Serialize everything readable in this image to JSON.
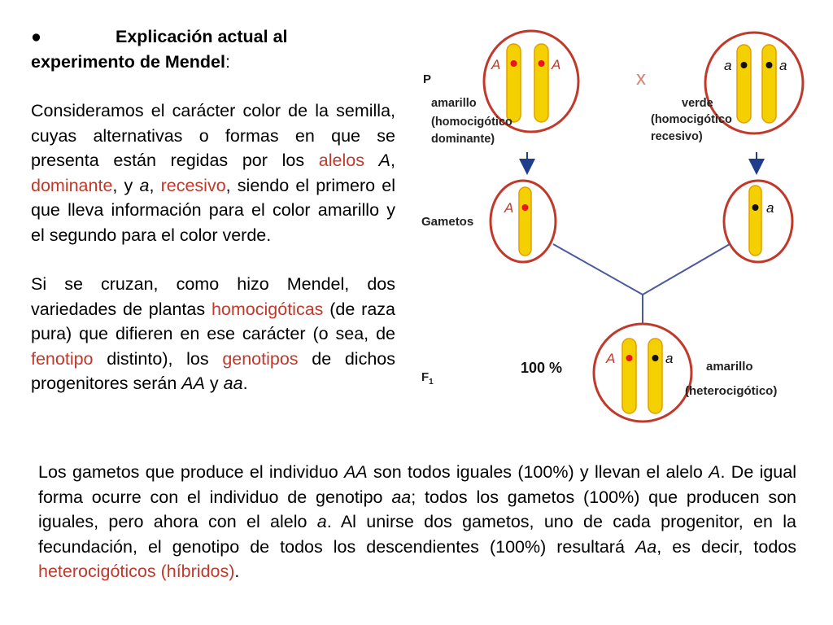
{
  "heading": {
    "bullet": "●",
    "line": "Explicación actual al experimento de Mendel",
    "colon": ":"
  },
  "para1": {
    "t1": "Consideramos el carácter color de la semilla, cuyas alternativas o formas en que se presenta están regidas por los ",
    "alelos": "alelos",
    "t2": " ",
    "A": "A",
    "t3": ", ",
    "dominante": "dominante",
    "t4": ", y ",
    "a": "a",
    "t5": ", ",
    "recesivo": "recesivo",
    "t6": ", siendo el primero el que lleva información para el color amarillo y el segundo para el color verde."
  },
  "para2": {
    "t1": "Si se cruzan, como hizo Mendel, dos variedades de plantas ",
    "homocigoticas": "homocigóticas",
    "t2": " (de raza pura) que difieren en ese carácter (o sea, de ",
    "fenotipo": "fenotipo",
    "t3": " distinto), los ",
    "genotipos": "genotipos",
    "t4": " de dichos progenitores serán ",
    "AA": "AA",
    "t5": " y ",
    "aa": "aa",
    "t6": "."
  },
  "bottom": {
    "t1": "Los gametos que produce el individuo ",
    "AA": "AA",
    "t2": " son todos iguales (100%) y llevan el alelo ",
    "A": "A",
    "t3": ". De igual forma ocurre con el individuo de genotipo ",
    "aa": "aa",
    "t4": "; todos los gametos (100%) que producen son iguales, pero ahora con el alelo ",
    "a": "a",
    "t5": ". Al unirse dos gametos, uno de cada progenitor, en la fecundación, el genotipo de todos los descendientes (100%) resultará ",
    "Aa": "Aa",
    "t6": ", es decir, todos ",
    "hetero": "heterocigóticos (híbridos)",
    "t7": "."
  },
  "diagram": {
    "P_label": "P",
    "cross": "x",
    "left_parent": {
      "allele1": "A",
      "allele2": "A",
      "line1": "amarillo",
      "line2": "(homocigótico",
      "line3": "dominante)"
    },
    "right_parent": {
      "allele1": "a",
      "allele2": "a",
      "line1": "verde",
      "line2": "(homocigótico",
      "line3": "recesivo)"
    },
    "gametos_label": "Gametos",
    "gamete_left_allele": "A",
    "gamete_right_allele": "a",
    "F1_label": "F",
    "F1_sub": "1",
    "percent": "100 %",
    "f1_allele1": "A",
    "f1_allele2": "a",
    "f1_line1": "amarillo",
    "f1_line2": "(heterocigótico)"
  },
  "colors": {
    "highlight": "#c0392b",
    "cell_border": "#c0392b",
    "chromosome_fill": "#f5d000",
    "chromosome_border": "#e0a000",
    "dominant_dot": "#e8141e",
    "recessive_dot": "#111111",
    "arrow": "#1f3d8a",
    "line": "#4a5aa0"
  }
}
